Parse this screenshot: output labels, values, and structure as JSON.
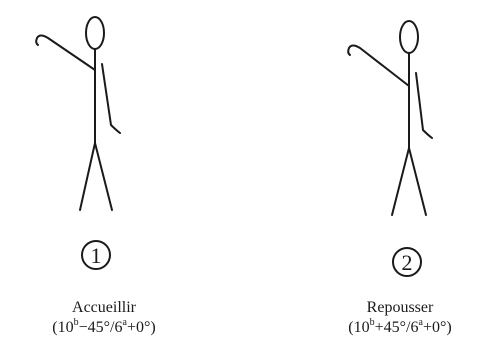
{
  "figures": [
    {
      "number": "1",
      "name": "Accueillir",
      "formula": {
        "a": "(10",
        "b_sup": "b",
        "c": "−45°/6",
        "d_sup": "a",
        "e": "+0°)"
      }
    },
    {
      "number": "2",
      "name": "Repousser",
      "formula": {
        "a": "(10",
        "b_sup": "b",
        "c": "+45°/6",
        "d_sup": "a",
        "e": "+0°)"
      }
    }
  ]
}
